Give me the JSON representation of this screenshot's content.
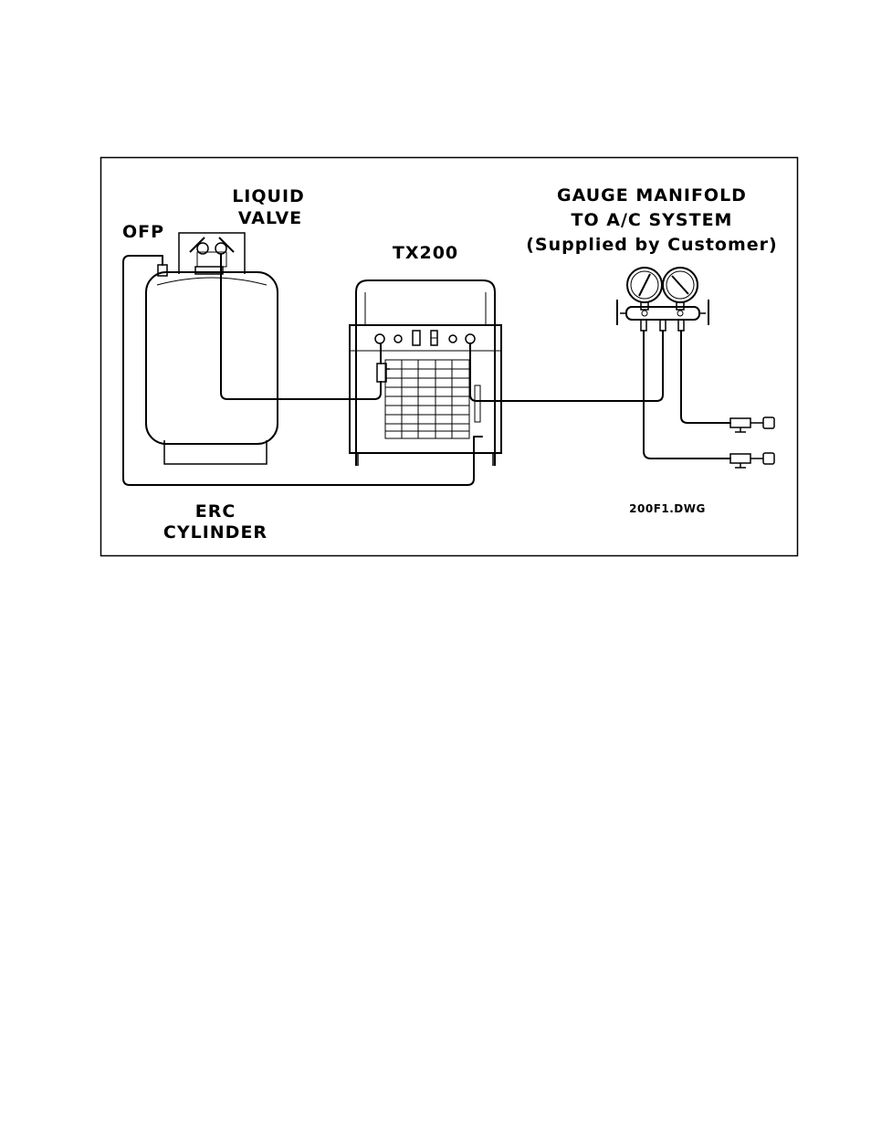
{
  "labels": {
    "liquid_valve_line1": "LIQUID",
    "liquid_valve_line2": "VALVE",
    "ofp": "OFP",
    "tx200": "TX200",
    "gauge_line1": "GAUGE MANIFOLD",
    "gauge_line2": "TO A/C SYSTEM",
    "gauge_line3": "(Supplied by Customer)",
    "erc_line1": "ERC",
    "erc_line2": "CYLINDER",
    "drawing_id": "200F1.DWG"
  }
}
